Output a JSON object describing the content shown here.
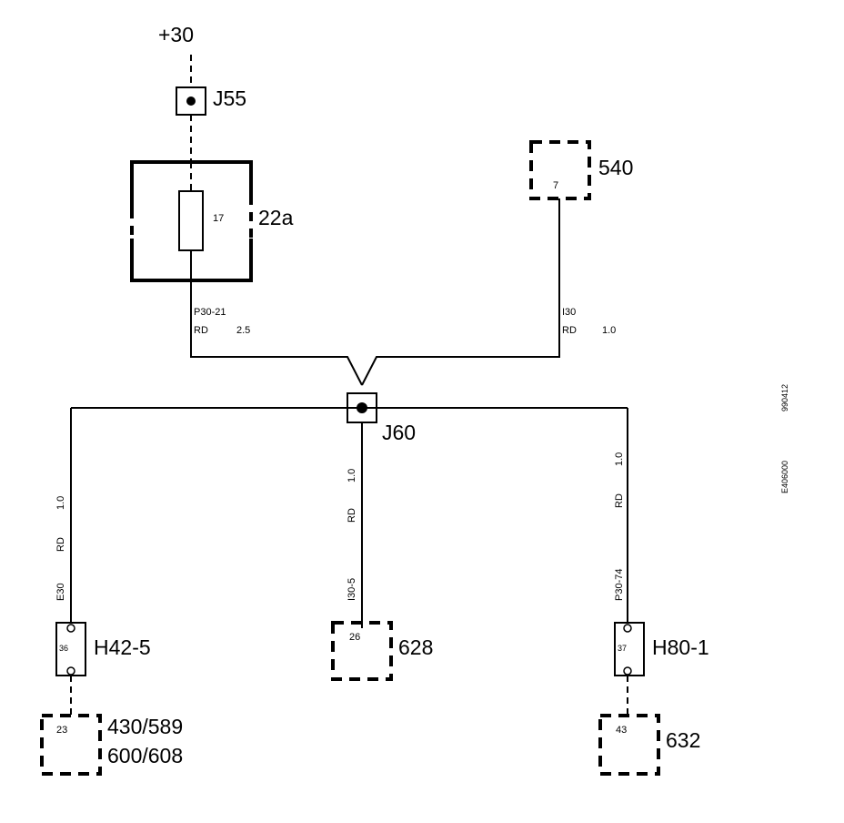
{
  "supply": "+30",
  "ground_points": {
    "j55": "J55",
    "j60": "J60"
  },
  "fuse_box": {
    "id": "22a",
    "fuse_number": "17"
  },
  "component_540": {
    "id": "540",
    "pin": "7"
  },
  "wires": {
    "left_top": {
      "code": "P30-21",
      "color": "RD",
      "size": "2.5"
    },
    "right_top": {
      "code": "I30",
      "color": "RD",
      "size": "1.0"
    },
    "branch_left": {
      "code": "E30",
      "color": "RD",
      "size": "1.0"
    },
    "branch_middle": {
      "code": "I30-5",
      "color": "RD",
      "size": "1.0"
    },
    "branch_right": {
      "code": "P30-74",
      "color": "RD",
      "size": "1.0"
    }
  },
  "connectors": {
    "h42_5": {
      "id": "H42-5",
      "pin": "36"
    },
    "h80_1": {
      "id": "H80-1",
      "pin": "37"
    }
  },
  "components": {
    "c628": {
      "id": "628",
      "pin": "26"
    },
    "c430": {
      "id_line1": "430/589",
      "id_line2": "600/608",
      "pin": "23"
    },
    "c632": {
      "id": "632",
      "pin": "43"
    }
  },
  "margin_codes": {
    "code1": "990412",
    "code2": "E406000"
  }
}
